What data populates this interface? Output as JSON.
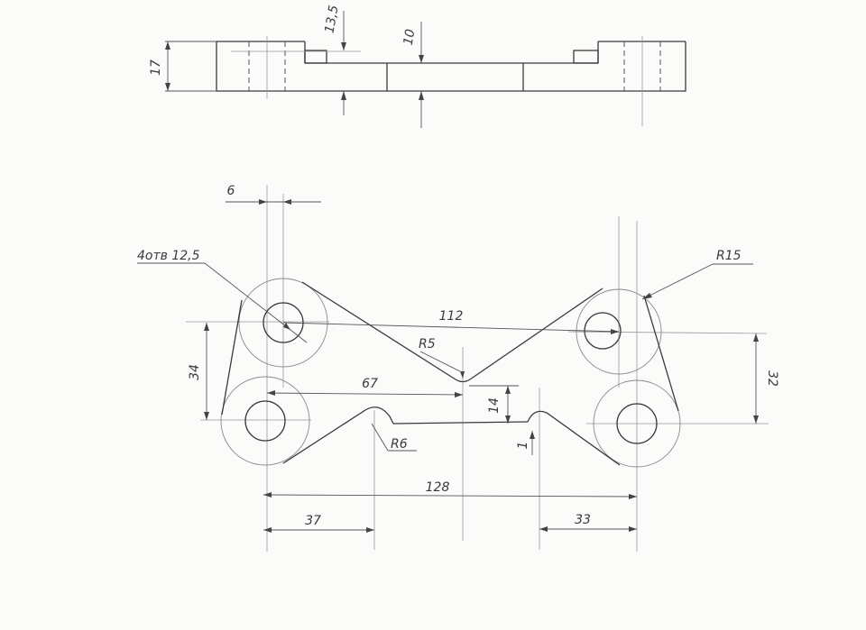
{
  "drawing": {
    "top_view": {
      "dim_thickness": "17",
      "dim_step": "13,5",
      "dim_plate": "10"
    },
    "front_view": {
      "dim_offset": "6",
      "holes_note": "4отв 12,5",
      "dim_radius_ear": "R15",
      "dim_center_span_diag": "112",
      "dim_notch_radius": "R5",
      "dim_left_vertical": "34",
      "dim_right_vertical": "32",
      "dim_inner_span": "67",
      "dim_notch_depth": "14",
      "dim_bump_radius": "R6",
      "dim_small": "1",
      "dim_total_span": "128",
      "dim_left_offset": "37",
      "dim_right_offset": "33"
    }
  }
}
